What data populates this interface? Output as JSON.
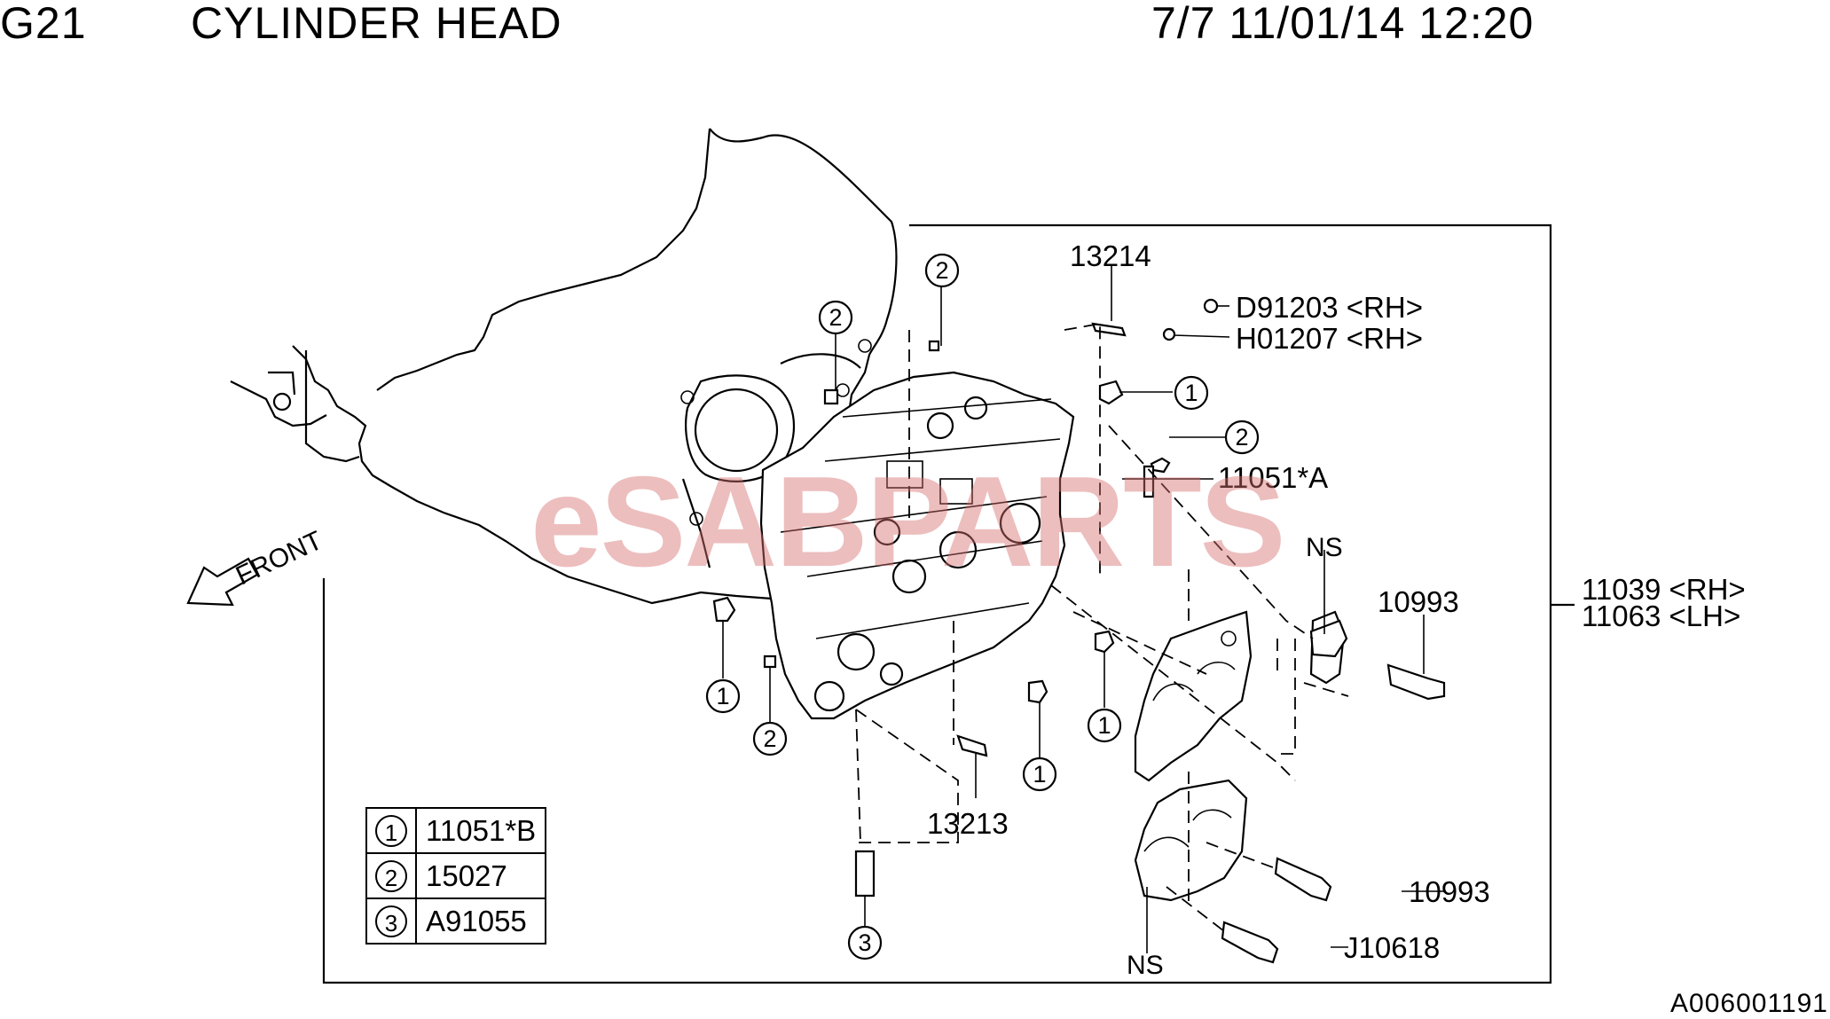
{
  "header": {
    "group_code": "G21",
    "title": "CYLINDER HEAD",
    "page_date": "7/7 11/01/14 12:20"
  },
  "watermark": {
    "text_left": "eSAB",
    "text_right": "PARTS",
    "color": "#d87a7a"
  },
  "front_label": "FRONT",
  "callouts": {
    "p13214": "13214",
    "d91203": "D91203 <RH>",
    "h01207": "H01207 <RH>",
    "p11051a": "11051*A",
    "ns_top": "NS",
    "p10993_top": "10993",
    "p11039": "11039 <RH>",
    "p11063": "11063 <LH>",
    "p13213": "13213",
    "p10993_bottom": "10993",
    "j10618": "J10618",
    "ns_bottom": "NS"
  },
  "circle_refs": {
    "one": "1",
    "two": "2",
    "three": "3"
  },
  "legend": {
    "rows": [
      {
        "symbol": "1",
        "part": "11051*B"
      },
      {
        "symbol": "2",
        "part": "15027"
      },
      {
        "symbol": "3",
        "part": "A91055"
      }
    ]
  },
  "diagram_code": "A006001191"
}
